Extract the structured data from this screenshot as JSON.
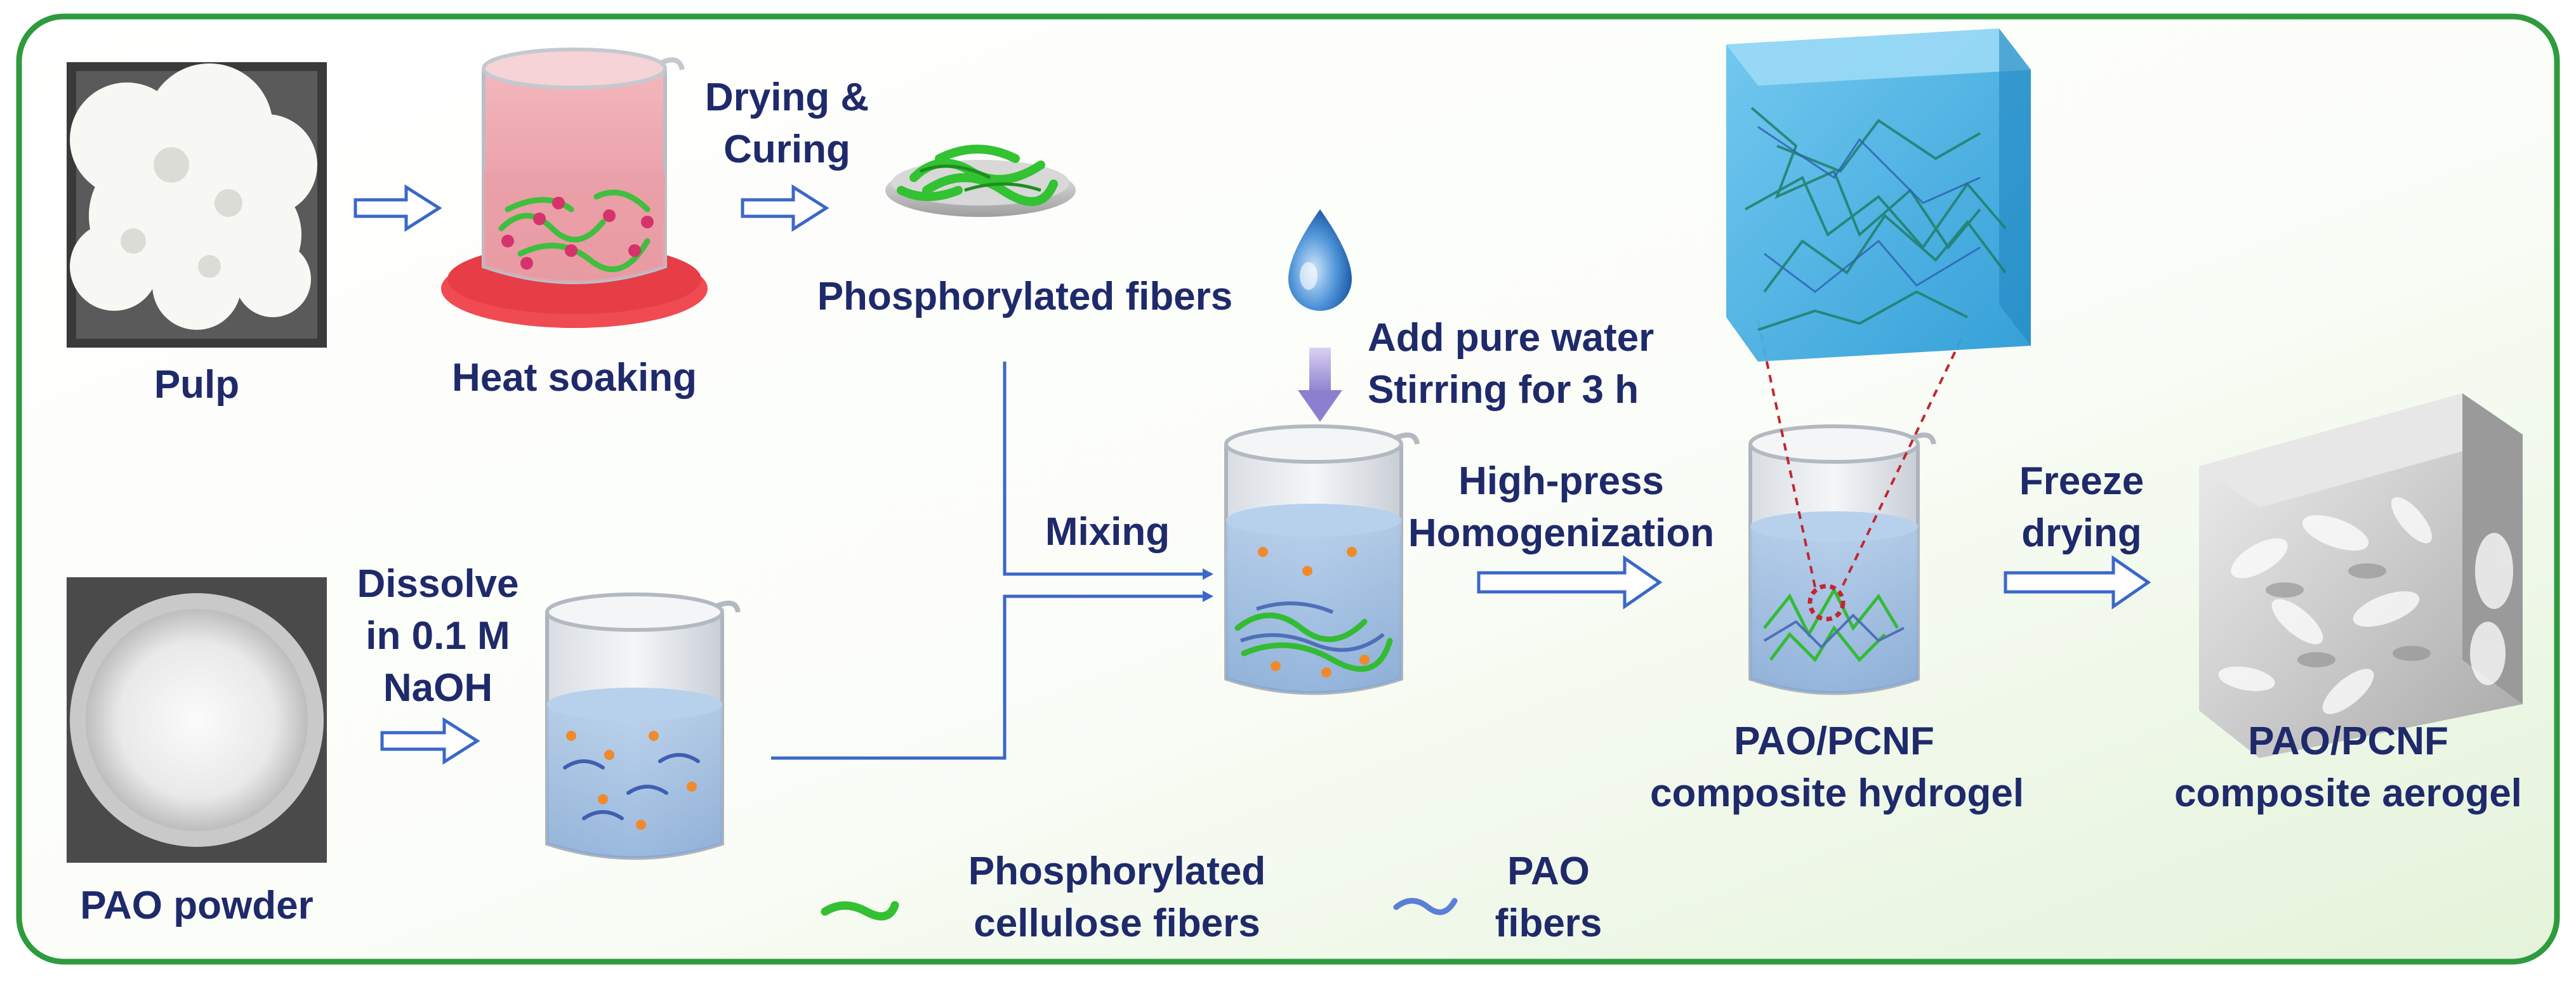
{
  "colors": {
    "frame": "#2e9b3e",
    "text": "#1f2a6b",
    "arrow": "#3b67c9",
    "background_gradient_end": "#e6f4dc",
    "water_drop": "#3f86d0",
    "cellulose_fiber": "#3fbf3f",
    "pao_fiber": "#5a7fd6"
  },
  "labels": {
    "pulp": "Pulp",
    "heat_soaking": "Heat soaking",
    "drying_curing": [
      "Drying &",
      "Curing"
    ],
    "phosphorylated_fibers": "Phosphorylated fibers",
    "add_water": [
      "Add pure water",
      "Stirring for 3 h"
    ],
    "mixing": "Mixing",
    "homogenization": [
      "High-press",
      "Homogenization"
    ],
    "freeze_drying": [
      "Freeze",
      "drying"
    ],
    "pao_powder": "PAO powder",
    "dissolve": [
      "Dissolve",
      "in 0.1 M",
      "NaOH"
    ],
    "hydrogel": [
      "PAO/PCNF",
      "composite hydrogel"
    ],
    "aerogel": [
      "PAO/PCNF",
      "composite aerogel"
    ]
  },
  "legend": [
    {
      "label": [
        "Phosphorylated",
        "cellulose fibers"
      ],
      "icon": "green-fiber-icon"
    },
    {
      "label": [
        "PAO",
        "fibers"
      ],
      "icon": "blue-fiber-icon"
    }
  ]
}
